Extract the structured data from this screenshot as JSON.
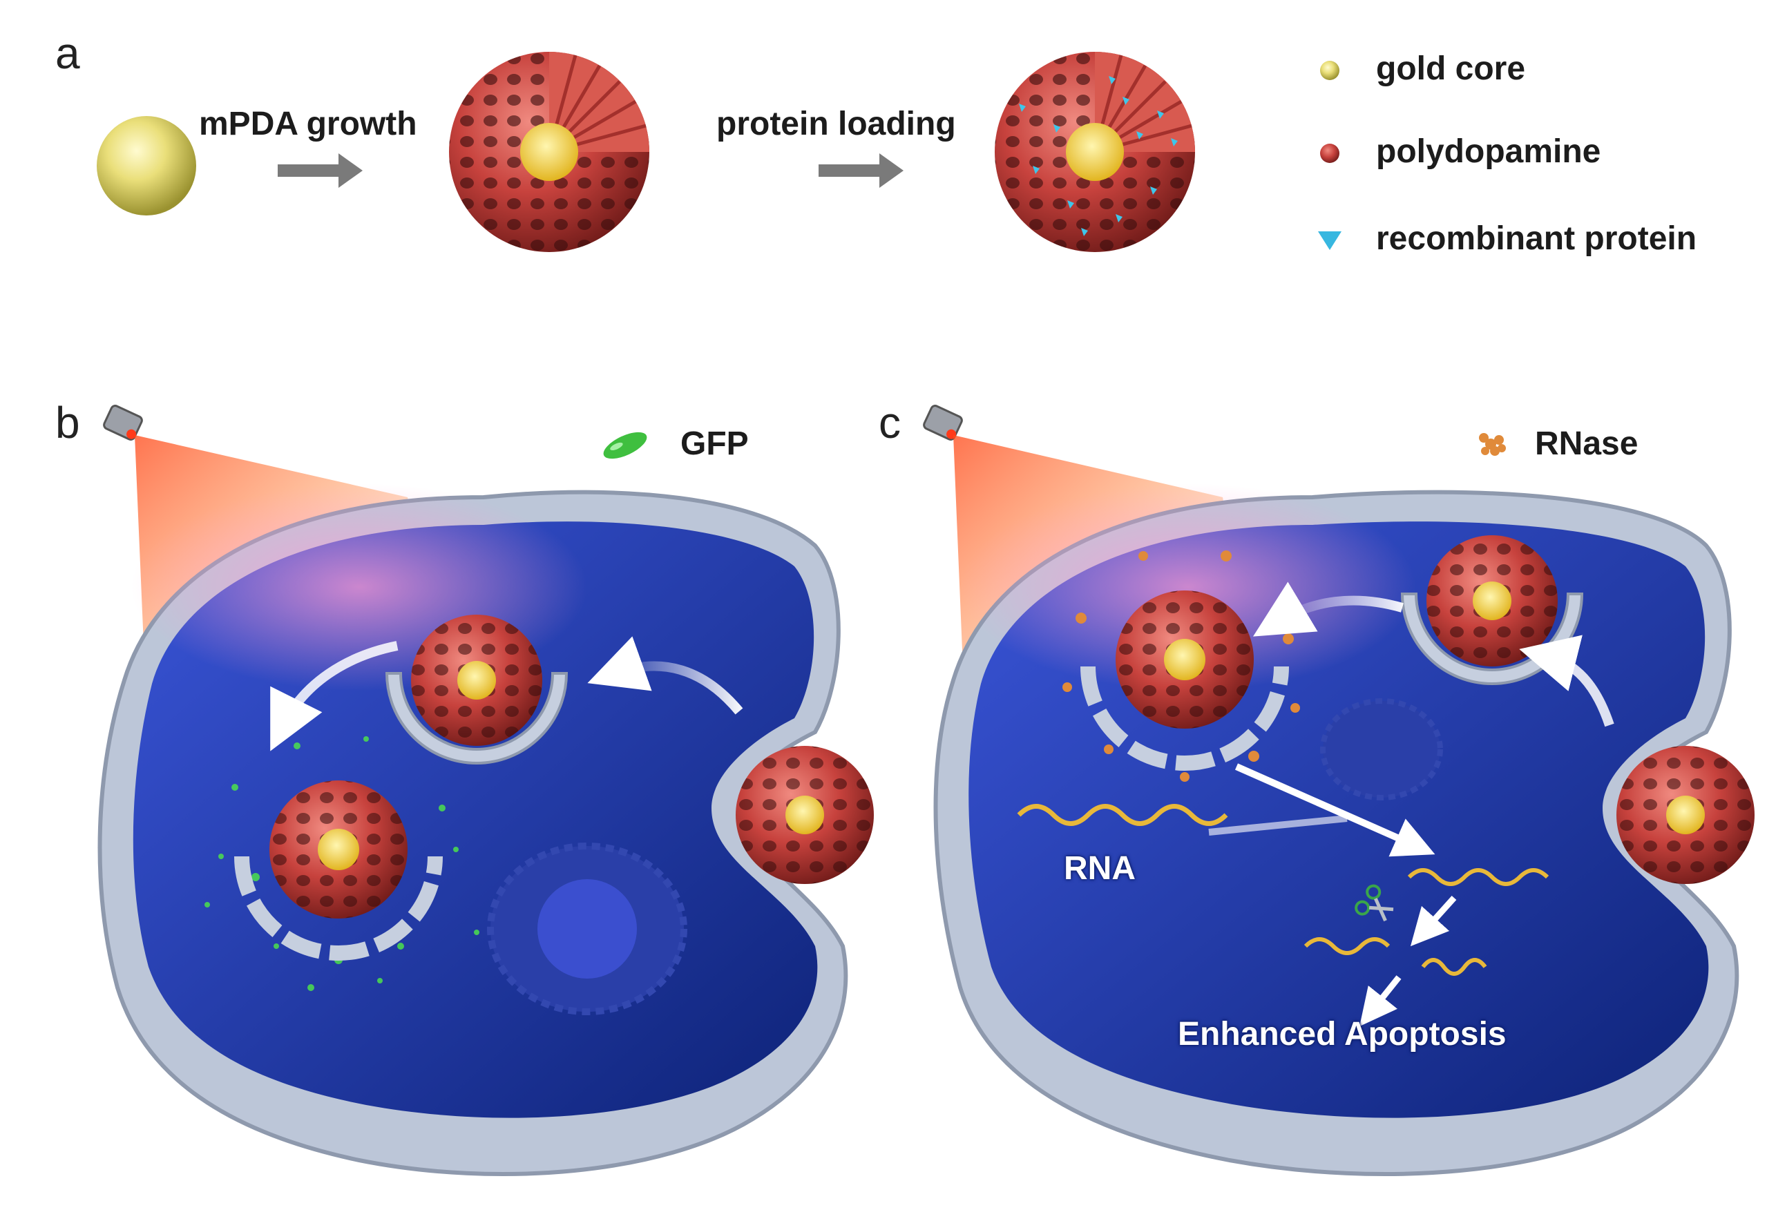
{
  "panels": {
    "a": {
      "letter": "a",
      "step1_label": "mPDA growth",
      "step2_label": "protein loading",
      "legend": [
        {
          "label": "gold core",
          "icon": "gold-sphere",
          "color": "#e9e07a"
        },
        {
          "label": "polydopamine",
          "icon": "red-sphere",
          "color": "#c0403c"
        },
        {
          "label": "recombinant protein",
          "icon": "cyan-triangle",
          "color": "#37b7e0"
        }
      ]
    },
    "b": {
      "letter": "b",
      "cargo_label": "GFP",
      "cargo_icon": "green-pill",
      "cargo_color": "#3fbf3f"
    },
    "c": {
      "letter": "c",
      "cargo_label": "RNase",
      "cargo_icon": "orange-cluster",
      "cargo_color": "#e08a3a",
      "rna_label": "RNA",
      "outcome_label": "Enhanced Apoptosis"
    }
  },
  "colors": {
    "cytoplasm": "#1d3aa8",
    "membrane": "#b9c3d6",
    "polydopamine": "#c7423d",
    "gold": "#eadb6a",
    "laser": "#f07a2a"
  }
}
